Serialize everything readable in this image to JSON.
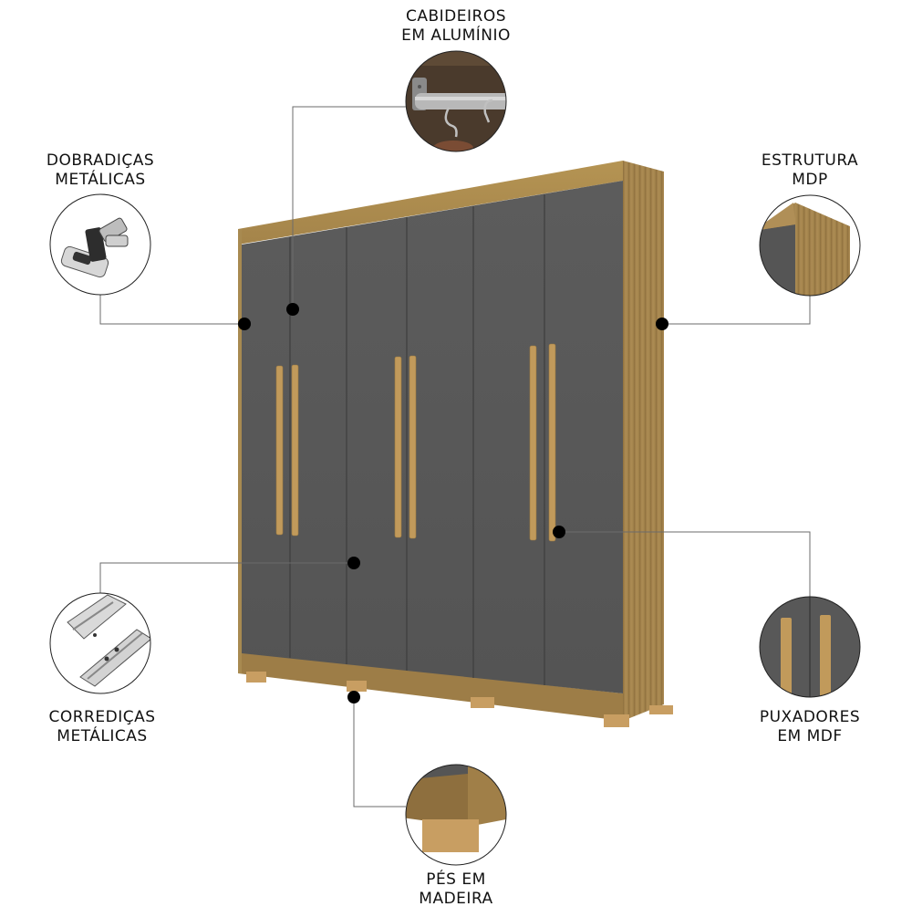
{
  "product": {
    "name": "wardrobe-6-doors",
    "colors": {
      "wood": "#a8874f",
      "wood_dark": "#8c6e3c",
      "wood_light": "#c9a466",
      "panel": "#5a5a5a",
      "panel_line": "#3a3a3a",
      "handle": "#c19a5b",
      "feet": "#c89e62",
      "dot": "#000000",
      "leader": "#6b6b6b"
    }
  },
  "callouts": {
    "hangers": {
      "line1": "CABIDEIROS",
      "line2": "EM ALUMÍNIO"
    },
    "hinges": {
      "line1": "DOBRADIÇAS",
      "line2": "METÁLICAS"
    },
    "structure": {
      "line1": "ESTRUTURA",
      "line2": "MDP"
    },
    "slides": {
      "line1": "CORREDIÇAS",
      "line2": "METÁLICAS"
    },
    "handles": {
      "line1": "PUXADORES",
      "line2": "EM MDF"
    },
    "feet": {
      "line1": "PÉS EM",
      "line2": "MADEIRA"
    }
  }
}
